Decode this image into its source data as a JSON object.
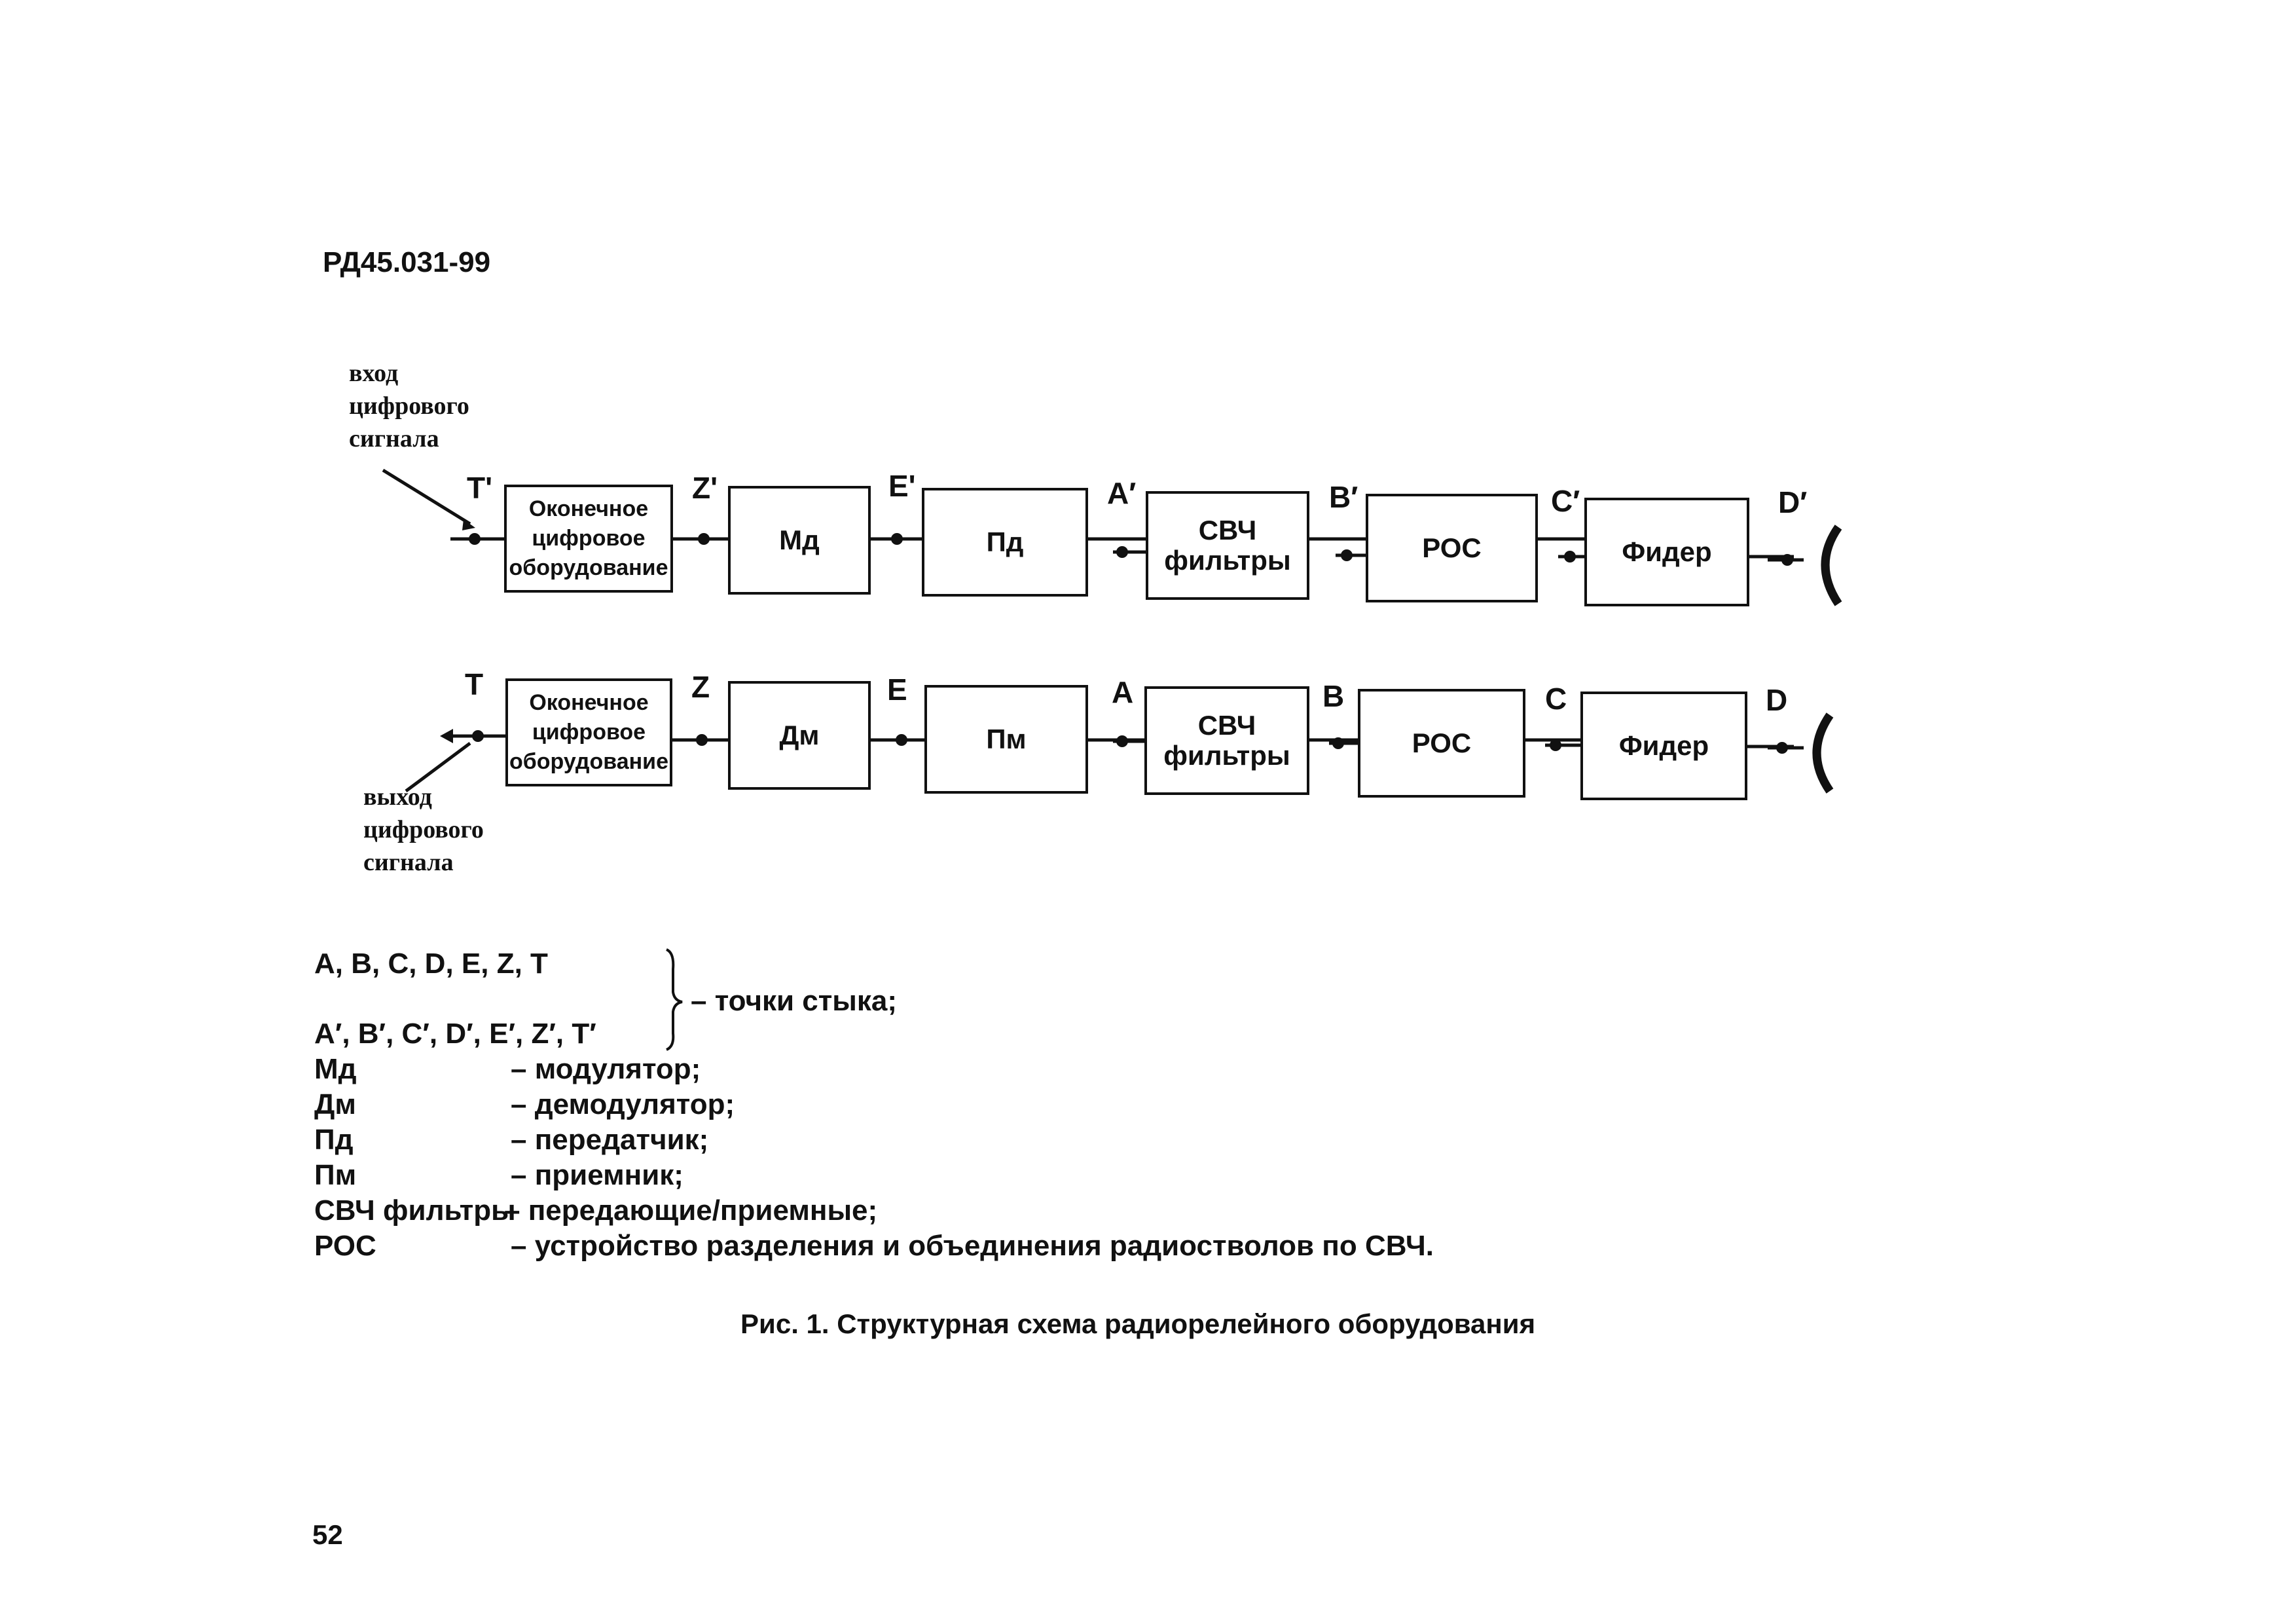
{
  "header": {
    "doc_code": "РД45.031-99"
  },
  "tx_chain": {
    "input_label": [
      "вход",
      "цифрового",
      "сигнала"
    ],
    "points": [
      "T'",
      "Z'",
      "E'",
      "A′",
      "B′",
      "C′",
      "D′"
    ],
    "blocks": [
      [
        "Оконечное",
        "цифровое",
        "оборудование"
      ],
      [
        "Мд"
      ],
      [
        "Пд"
      ],
      [
        "СВЧ",
        "фильтры"
      ],
      [
        "РОС"
      ],
      [
        "Фидер"
      ]
    ]
  },
  "rx_chain": {
    "output_label": [
      "выход",
      "цифрового",
      "сигнала"
    ],
    "points": [
      "T",
      "Z",
      "E",
      "A",
      "B",
      "C",
      "D"
    ],
    "blocks": [
      [
        "Оконечное",
        "цифровое",
        "оборудование"
      ],
      [
        "Дм"
      ],
      [
        "Пм"
      ],
      [
        "СВЧ",
        "фильтры"
      ],
      [
        "РОС"
      ],
      [
        "Фидер"
      ]
    ]
  },
  "legend": {
    "points_unprimed": "A, B, C, D, E, Z, T",
    "points_primed": "A′, B′, C′, D′, E′, Z′, T′",
    "points_meaning": "– точки стыка;",
    "entries": [
      {
        "term": "Мд",
        "meaning": "– модулятор;"
      },
      {
        "term": "Дм",
        "meaning": "– демодулятор;"
      },
      {
        "term": "Пд",
        "meaning": "– передатчик;"
      },
      {
        "term": "Пм",
        "meaning": "– приемник;"
      },
      {
        "term": "СВЧ фильтры",
        "meaning": "– передающие/приемные;"
      },
      {
        "term": "РОС",
        "meaning": "– устройство разделения и объединения радиостволов по СВЧ."
      }
    ]
  },
  "caption": "Рис. 1. Структурная схема радиорелейного оборудования",
  "page_number": "52"
}
